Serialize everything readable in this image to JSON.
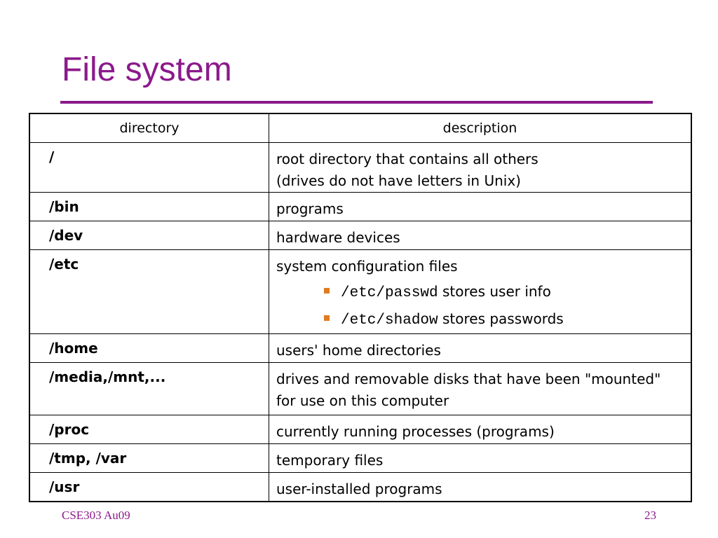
{
  "slide": {
    "title": "File system",
    "footer_left": "CSE303 Au09",
    "page_number": "23",
    "accent_color": "#8b1a8b",
    "bullet_color": "#e07b20"
  },
  "table": {
    "headers": [
      "directory",
      "description"
    ],
    "rows": [
      {
        "dir": "/",
        "desc": [
          "root directory that contains all others",
          "(drives do not have letters in Unix)"
        ]
      },
      {
        "dir": "/bin",
        "desc": [
          "programs"
        ]
      },
      {
        "dir": "/dev",
        "desc": [
          "hardware devices"
        ]
      },
      {
        "dir": "/etc",
        "desc": [
          "system configuration files"
        ],
        "sub": [
          {
            "code": "/etc/passwd",
            "text": " stores user info"
          },
          {
            "code": "/etc/shadow",
            "text": " stores passwords"
          }
        ]
      },
      {
        "dir": "/home",
        "desc": [
          "users' home directories"
        ]
      },
      {
        "dir": "/media,/mnt,...",
        "desc": [
          "drives and removable disks that have been \"mounted\"",
          "for use on this computer"
        ]
      },
      {
        "dir": "/proc",
        "desc": [
          "currently running processes (programs)"
        ]
      },
      {
        "dir": "/tmp, /var",
        "desc": [
          "temporary files"
        ]
      },
      {
        "dir": "/usr",
        "desc": [
          "user-installed programs"
        ]
      }
    ]
  }
}
